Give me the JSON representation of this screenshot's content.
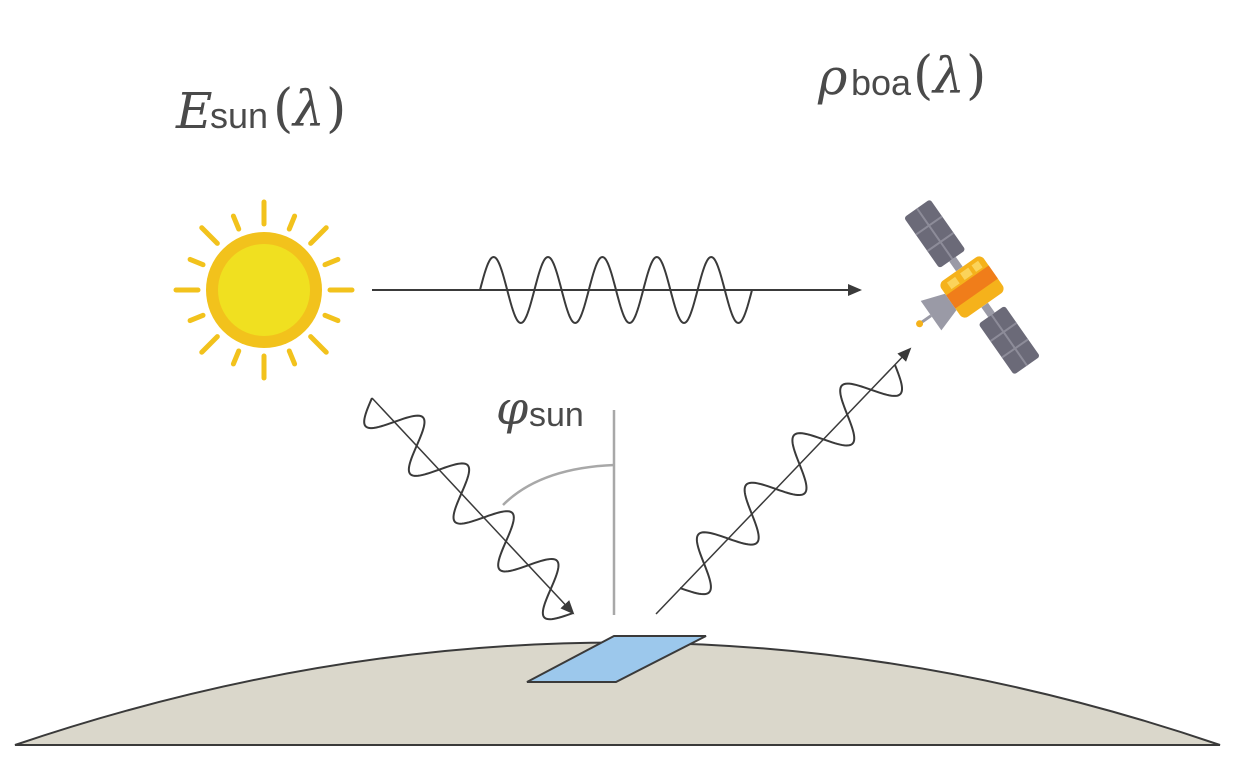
{
  "labels": {
    "esun": {
      "symbol": "E",
      "subscript": "sun",
      "open_paren": "(",
      "lambda": "λ",
      "close_paren": ")"
    },
    "rho_boa": {
      "symbol": "ρ",
      "subscript": "boa",
      "open_paren": "(",
      "lambda": "λ",
      "close_paren": ")"
    },
    "phi_sun": {
      "symbol": "φ",
      "subscript": "sun"
    }
  },
  "colors": {
    "sun_core": "#f0e020",
    "sun_ring": "#f2c21c",
    "sun_rays": "#f2c21c",
    "wave": "#3a3a3a",
    "arrow": "#3a3a3a",
    "normal_line": "#a8a8a8",
    "angle_arc": "#a8a8a8",
    "ground_fill": "#dad7cb",
    "ground_stroke": "#3a3a3a",
    "pixel_fill": "#9cc8ec",
    "pixel_stroke": "#3a3a3a",
    "satellite_panel": "#6b6a78",
    "satellite_body": "#f5b21b",
    "satellite_accent": "#f07d1a",
    "satellite_dish": "#9a9aa6"
  },
  "icons": {
    "sun": "sun-icon",
    "satellite": "satellite-icon"
  }
}
